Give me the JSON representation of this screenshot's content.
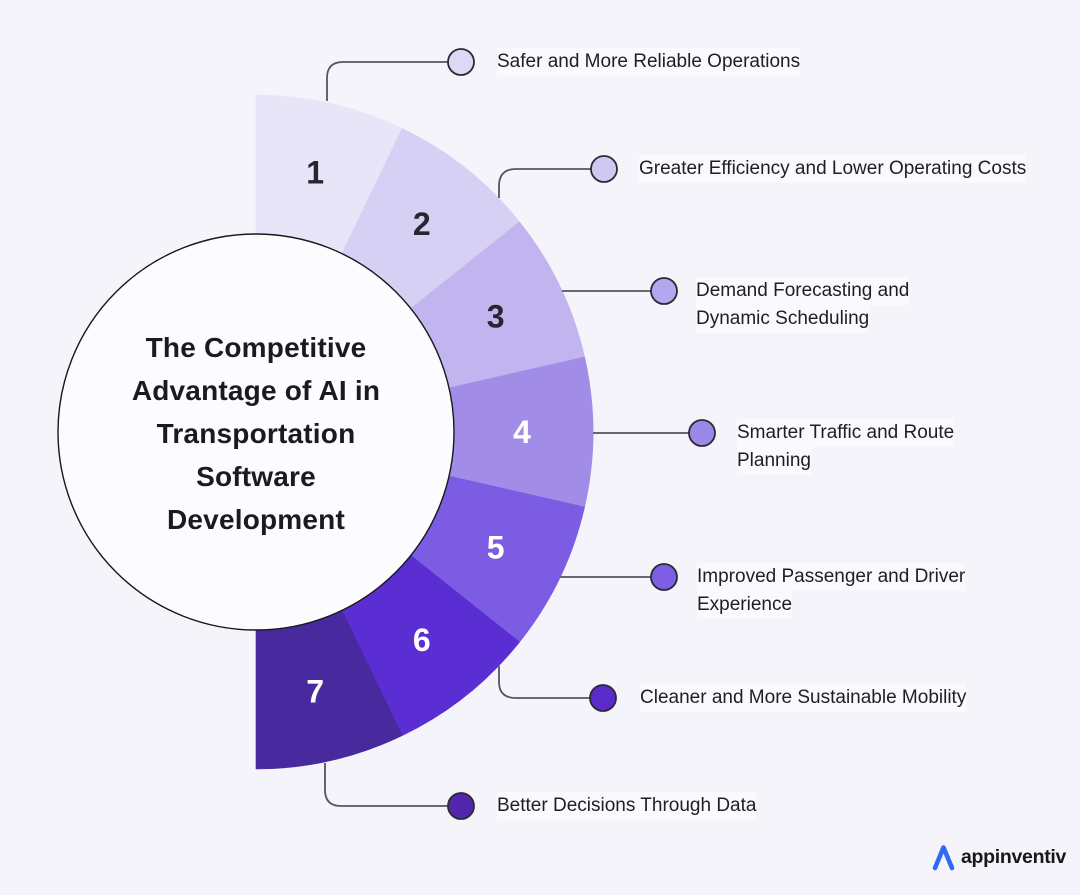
{
  "title": "The Competitive Advantage of AI in Transportation Software Development",
  "title_lines": [
    "The Competitive",
    "Advantage of AI in",
    "Transportation",
    "Software",
    "Development"
  ],
  "items": [
    {
      "number": "1",
      "label": "Safer and More Reliable Operations",
      "lines": [
        "Safer and More Reliable Operations"
      ],
      "color": "#e8e5f8",
      "marker_color": "#dcd8f6",
      "number_color": "#26262e"
    },
    {
      "number": "2",
      "label": "Greater Efficiency and Lower Operating Costs",
      "lines": [
        "Greater Efficiency and Lower Operating Costs"
      ],
      "color": "#d6d0f4",
      "marker_color": "#cfc8f2",
      "number_color": "#26262e"
    },
    {
      "number": "3",
      "label": "Demand Forecasting and Dynamic Scheduling",
      "lines": [
        "Demand Forecasting and",
        "Dynamic Scheduling"
      ],
      "color": "#c2b4ef",
      "marker_color": "#b5a7ef",
      "number_color": "#26262e"
    },
    {
      "number": "4",
      "label": "Smarter Traffic and Route Planning",
      "lines": [
        "Smarter Traffic and Route",
        "Planning"
      ],
      "color": "#a18de7",
      "marker_color": "#9c88e9",
      "number_color": "#ffffff"
    },
    {
      "number": "5",
      "label": "Improved Passenger and Driver Experience",
      "lines": [
        "Improved Passenger and Driver",
        "Experience"
      ],
      "color": "#7c5ce2",
      "marker_color": "#7d5ee4",
      "number_color": "#ffffff"
    },
    {
      "number": "6",
      "label": "Cleaner and More Sustainable Mobility",
      "lines": [
        "Cleaner and More Sustainable Mobility"
      ],
      "color": "#5b2ed4",
      "marker_color": "#5a2bc9",
      "number_color": "#ffffff"
    },
    {
      "number": "7",
      "label": "Better Decisions Through Data",
      "lines": [
        "Better Decisions Through Data"
      ],
      "color": "#49299e",
      "marker_color": "#5227ad",
      "number_color": "#ffffff"
    }
  ],
  "colors": {
    "background": "#f5f4fa",
    "circle_fill": "#fcfbfe",
    "circle_stroke": "#17171c",
    "connector": "#55555c",
    "marker_stroke": "#2b2b33",
    "title_color": "#1a1a21",
    "label_color": "#1e1e24",
    "logo_blue": "#2e6bf2",
    "logo_text_color": "#17171c"
  },
  "logo": {
    "text": "appinventiv"
  }
}
